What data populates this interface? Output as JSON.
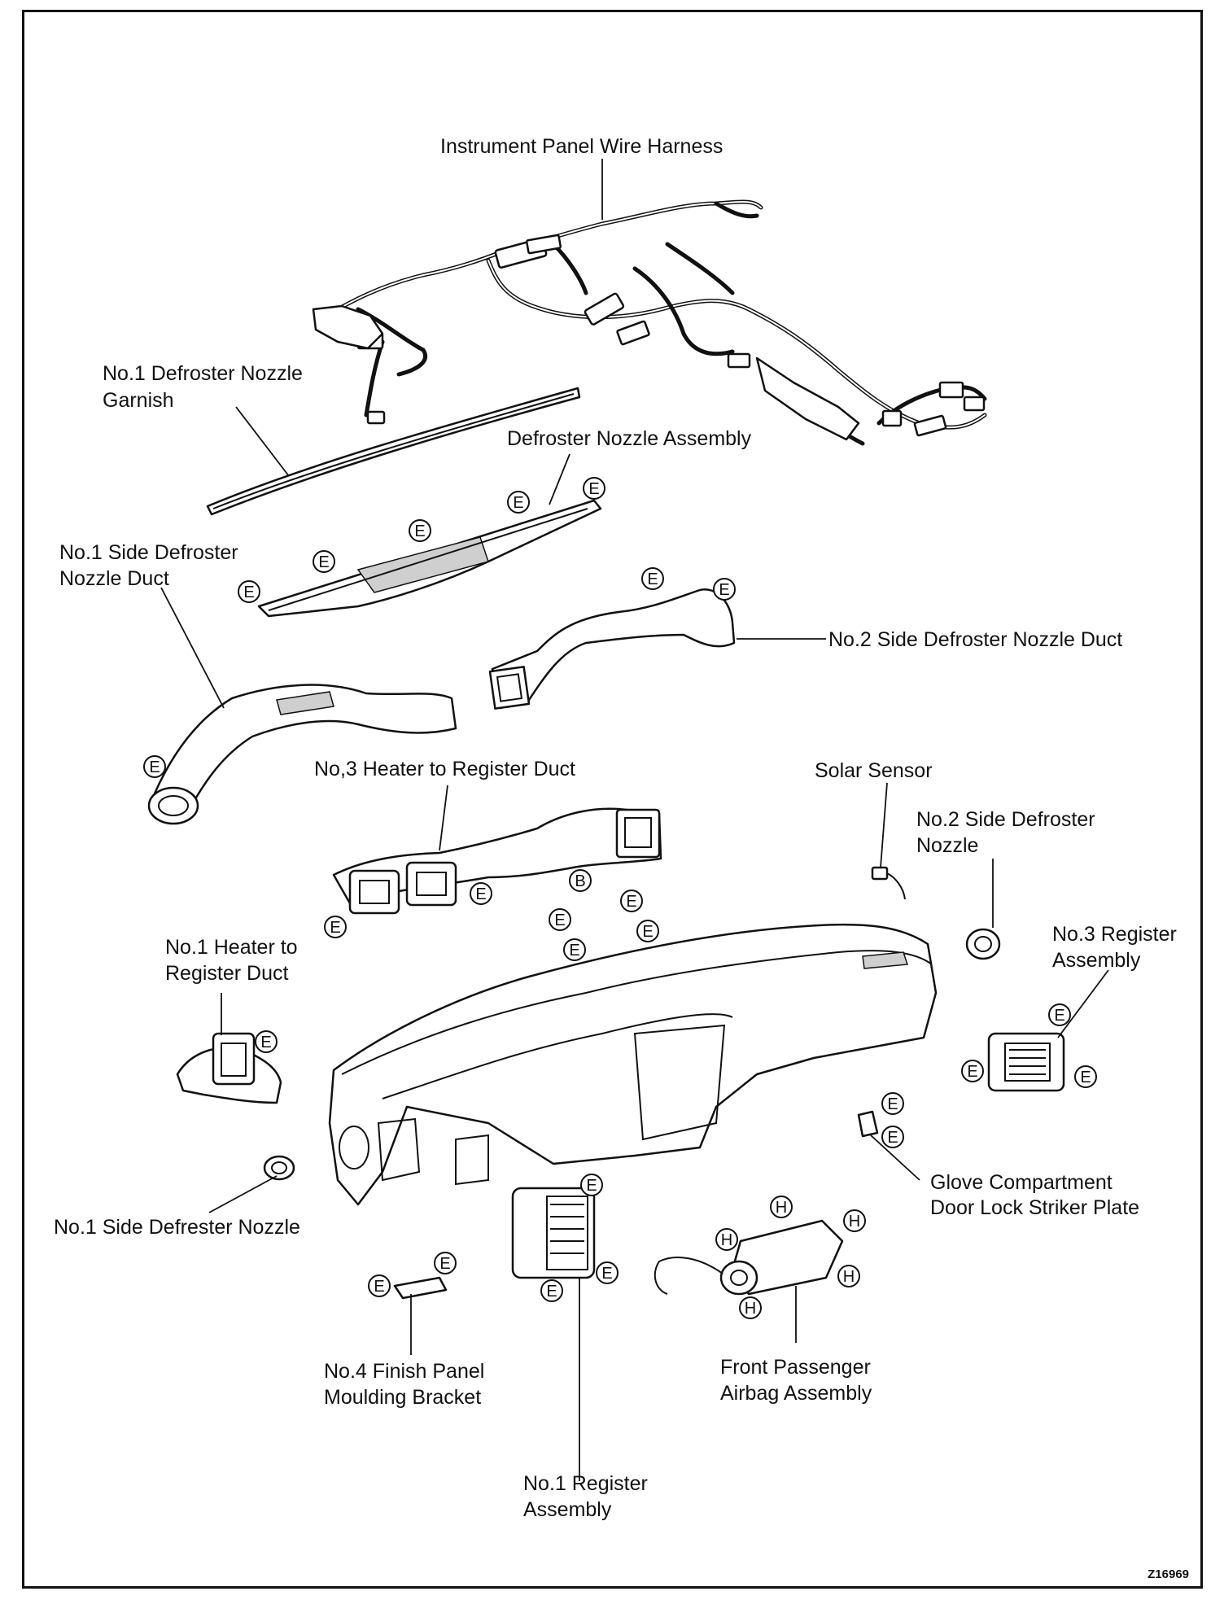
{
  "figure_id": "Z16969",
  "labels": {
    "wire_harness": "Instrument Panel Wire Harness",
    "defroster_garnish_1": "No.1 Defroster Nozzle",
    "defroster_garnish_2": "Garnish",
    "defroster_nozzle_assembly": "Defroster Nozzle Assembly",
    "side_defroster_duct_1_1": "No.1 Side Defroster",
    "side_defroster_duct_1_2": "Nozzle Duct",
    "side_defroster_duct_2": "No.2 Side Defroster Nozzle Duct",
    "heater_register_duct_3": "No,3 Heater to Register Duct",
    "solar_sensor": "Solar Sensor",
    "side_defroster_nozzle_2_1": "No.2 Side Defroster",
    "side_defroster_nozzle_2_2": "Nozzle",
    "heater_register_duct_1_1": "No.1 Heater to",
    "heater_register_duct_1_2": "Register Duct",
    "register_assembly_3_1": "No.3 Register",
    "register_assembly_3_2": "Assembly",
    "glove_striker_1": "Glove Compartment",
    "glove_striker_2": "Door Lock Striker Plate",
    "side_defroster_nozzle_1": "No.1 Side Defrester Nozzle",
    "finish_panel_bracket_1": "No.4 Finish Panel",
    "finish_panel_bracket_2": "Moulding Bracket",
    "airbag_1": "Front Passenger",
    "airbag_2": "Airbag Assembly",
    "register_assembly_1_1": "No.1 Register",
    "register_assembly_1_2": "Assembly"
  },
  "fastener_marks": {
    "e": "E",
    "b": "B",
    "h": "H"
  }
}
